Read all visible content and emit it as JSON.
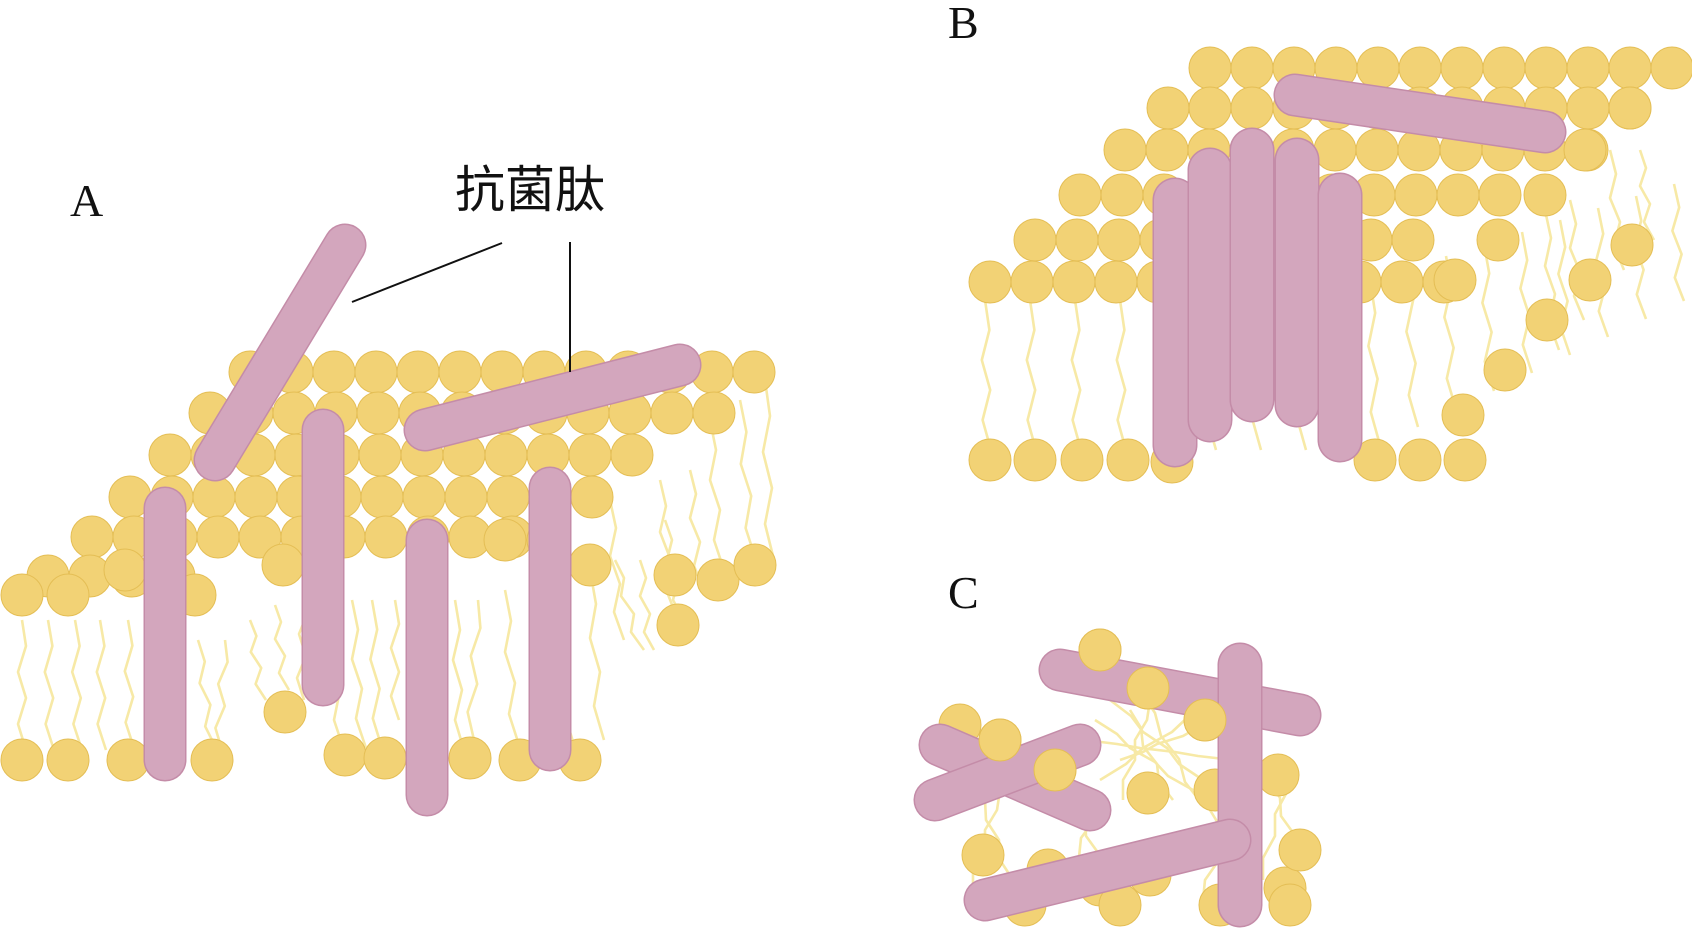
{
  "panels": {
    "a": {
      "label": "A"
    },
    "b": {
      "label": "B"
    },
    "c": {
      "label": "C"
    }
  },
  "callout": {
    "label": "抗菌肽"
  },
  "colors": {
    "lipid_head": "#F2D275",
    "lipid_head_edge": "#E4BE55",
    "lipid_tail": "#F7E9A6",
    "peptide": "#D3A6BD",
    "peptide_edge": "#C48CA8",
    "leader_line": "#111111"
  }
}
